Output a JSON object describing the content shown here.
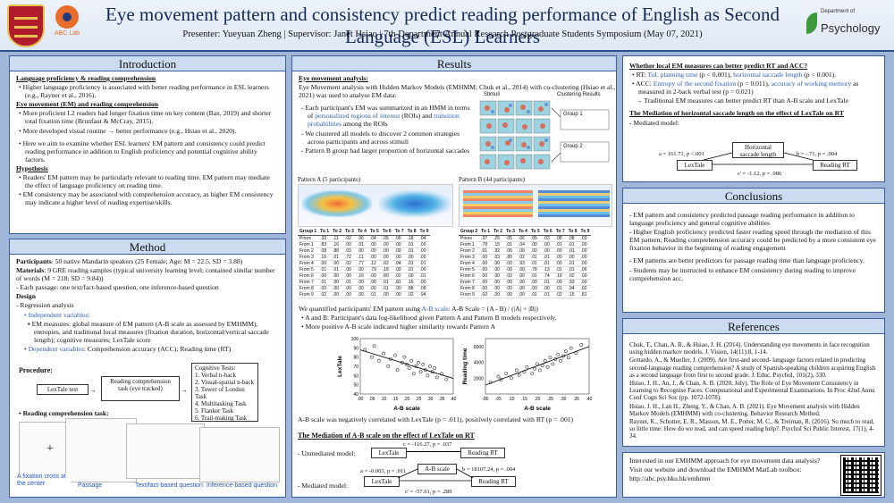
{
  "header": {
    "title": "Eye movement pattern and consistency predict reading performance of English as Second Language (ESL) Learners",
    "subtitle": "Presenter: Yueyuan Zheng | Supervisor: Janet Hsiao | 7th Department Annual Research Postgraduate Students Symposium (May 07, 2021)",
    "logo_abc": "ABC Lab",
    "logo_dept": "Department of",
    "logo_psy": "Psychology"
  },
  "intro": {
    "heading": "Introduction",
    "s1_title": "Language proficiency & reading comprehension",
    "s1_b1": "Higher language proficiency is associated with better reading performance in ESL learners (e.g., Rayner et al., 2016).",
    "s2_title": "Eye movement (EM) and reading comprehension",
    "s2_b1": "More proficient L2 readers had longer fixation time on key content (Bax, 2019) and shorter total fixation time (Brunfaut & McCray, 2015).",
    "s2_b2": "More developed visual routine → better performance (e.g., Hsiao et al., 2020).",
    "aim": "Here we aim to examine whether ESL learners' EM pattern and consistency could predict reading performance in addition to English proficiency and potential cognitive ability factors.",
    "s3_title": "Hypothesis",
    "s3_b1": "Readers' EM pattern may be particularly relevant to reading time. EM pattern may mediate the effect of language proficiency on reading time.",
    "s3_b2": "EM consistency may be associated with comprehension accuracy, as higher EM consistency may indicate a higher level of reading expertise/skills."
  },
  "method": {
    "heading": "Method",
    "participants_label": "Participants",
    "participants": ": 50 native Mandarin speakers (25 Female; Age: M = 22.5, SD = 3.88)",
    "materials_label": "Materials",
    "materials": ": 9 GRE reading samples (typical university learning level; contained similar number of words (M = 218; SD = 9.84))",
    "passage": "- Each passage: one text/fact-based question, one inference-based question",
    "design_label": "Design",
    "design_b1": "- Regression analysis",
    "iv_label": "Independent variables:",
    "iv_text": "EM measures: global measure of EM pattern (A-B scale as assessed by EMHMM), entropies, and traditional local measures (fixation duration, horizontal/vertical saccade length); cognitive measures; LexTale score",
    "dv_label": "Dependent variables",
    "dv_text": ": Comprehension accuracy (ACC); Reading time (RT)",
    "procedure_label": "Procedure:",
    "proc_box1": "LexTale test",
    "proc_box2": "Reading comprehension task (eye tracked)",
    "cog_title": "Cognitive Tests:",
    "cog_items": [
      "1. Verbal n-back",
      "2. Visual-spatial n-back",
      "3. Tower of London Task",
      "4. Multitasking Task",
      "5. Flanker Task",
      "6. Trail-making Task"
    ],
    "rct_label": "Reading comprehension task:",
    "cap1": "A fixation cross at the center",
    "cap2": "Passage",
    "cap3": "Text/fact-based question",
    "cap4": "Inference-based question"
  },
  "results": {
    "heading": "Results",
    "ema_title": "Eye movement analysis:",
    "ema_text": "Eye Movement analysis with Hidden Markov Models (EMHMM; Chuk et al., 2014) with co-clustering (Hsiao et al., 2021) was used to analyse EM data:",
    "b1a": "Each participant's EM was summarized in an HMM in terms of ",
    "b1b": "personalized regions of interest",
    "b1c": " (ROIs) and ",
    "b1d": "transition probabilities",
    "b1e": " among the ROIs",
    "b2": "We clustered all models to discover 2 common strategies across participants and across stimuli",
    "b3": "Pattern B group had larger proportion of horizontal saccades",
    "fig_stimuli": "Stimuli",
    "fig_clust": "Clustering Results",
    "fig_g1": "Group 1",
    "fig_g2": "Group 2",
    "patA": "Pattern A (5 participants)",
    "patB": "Pattern B (44 participants)",
    "tableA": {
      "head": [
        "Group 1",
        "To 1",
        "To 2",
        "To 3",
        "To 4",
        "To 5",
        "To 6",
        "To 7",
        "To 8",
        "To 9"
      ],
      "rows": [
        [
          "Priors",
          ".32",
          ".11",
          ".02",
          ".06",
          ".04",
          ".05",
          ".06",
          ".18",
          ".04"
        ],
        [
          "From 1",
          ".83",
          ".16",
          ".00",
          ".01",
          ".00",
          ".00",
          ".00",
          ".01",
          ".00"
        ],
        [
          "From 2",
          ".08",
          ".88",
          ".03",
          ".00",
          ".00",
          ".00",
          ".00",
          ".01",
          ".00"
        ],
        [
          "From 3",
          ".16",
          ".01",
          ".72",
          ".11",
          ".00",
          ".00",
          ".00",
          ".00",
          ".00"
        ],
        [
          "From 4",
          ".00",
          ".00",
          ".02",
          ".77",
          ".12",
          ".02",
          ".04",
          ".01",
          ".01"
        ],
        [
          "From 5",
          ".01",
          ".01",
          ".00",
          ".00",
          ".79",
          ".18",
          ".00",
          ".01",
          ".00"
        ],
        [
          "From 6",
          ".00",
          ".00",
          ".00",
          ".16",
          ".00",
          ".80",
          ".02",
          ".00",
          ".01"
        ],
        [
          "From 7",
          ".01",
          ".00",
          ".01",
          ".00",
          ".00",
          ".01",
          ".81",
          ".16",
          ".00"
        ],
        [
          "From 8",
          ".00",
          ".00",
          ".00",
          ".00",
          ".00",
          ".01",
          ".00",
          ".88",
          ".08"
        ],
        [
          "From 9",
          ".02",
          ".00",
          ".00",
          ".00",
          ".01",
          ".00",
          ".00",
          ".02",
          ".94"
        ]
      ]
    },
    "tableB": {
      "head": [
        "Group 2",
        "To 1",
        "To 2",
        "To 3",
        "To 4",
        "To 5",
        "To 6",
        "To 7",
        "To 8",
        "To 9"
      ],
      "rows": [
        [
          "Priors",
          ".37",
          ".25",
          ".05",
          ".06",
          ".05",
          ".03",
          ".08",
          ".08",
          ".03"
        ],
        [
          "From 1",
          ".78",
          ".15",
          ".01",
          ".04",
          ".00",
          ".00",
          ".01",
          ".01",
          ".00"
        ],
        [
          "From 2",
          ".01",
          ".92",
          ".06",
          ".00",
          ".00",
          ".00",
          ".00",
          ".01",
          ".00"
        ],
        [
          "From 3",
          ".00",
          ".03",
          ".80",
          ".02",
          ".01",
          ".01",
          ".00",
          ".00",
          ".00"
        ],
        [
          "From 4",
          ".00",
          ".00",
          ".00",
          ".93",
          ".01",
          ".01",
          ".00",
          ".01",
          ".00"
        ],
        [
          "From 5",
          ".00",
          ".00",
          ".00",
          ".00",
          ".78",
          ".13",
          ".01",
          ".01",
          ".06"
        ],
        [
          "From 6",
          ".00",
          ".00",
          ".02",
          ".00",
          ".01",
          ".74",
          ".19",
          ".02",
          ".00"
        ],
        [
          "From 7",
          ".00",
          ".00",
          ".00",
          ".00",
          ".00",
          ".01",
          ".00",
          ".93",
          ".00"
        ],
        [
          "From 8",
          ".00",
          ".00",
          ".00",
          ".00",
          ".00",
          ".00",
          ".01",
          ".94",
          ".02"
        ],
        [
          "From 9",
          ".02",
          ".00",
          ".00",
          ".00",
          ".01",
          ".01",
          ".02",
          ".15",
          ".81"
        ]
      ]
    },
    "quant1": "We quantified participants' EM pattern using ",
    "quant2": "A-B scale",
    "quant3": ": A-B Scale = (A - B) / (|A| + |B|)",
    "qb1": "A and B: Participant's data log-likelihood given Pattern A and Pattern B models respectively.",
    "qb2": "More positive A-B scale indicated higher similarity towards Pattern A",
    "scatter_caption": "A-B scale was negatively correlated with LexTale (p = .011), positively correlated with RT (p = .001)",
    "med_title": "The Mediation of A-B scale on the effect of LexTale on RT",
    "unmed_label": "- Unmediated model:",
    "med_label": "- Mediated model:",
    "m_lextale": "LexTale",
    "m_rt": "Reading RT",
    "m_ab": "A-B scale",
    "m_c": "c = -116.27, p = .037",
    "m_a": "a = -0.003, p = .011",
    "m_b": "b = 18107.24, p = .004",
    "m_cp": "c' = -57.61, p = .289"
  },
  "charts_text": {
    "ylabel1": "LexTale",
    "ylabel2": "Reading time",
    "xlabel": "A-B scale",
    "xticks": [
      ".00",
      ".05",
      ".10",
      ".15",
      ".20",
      ".25",
      ".30",
      ".35",
      ".40"
    ],
    "yticks1": [
      "40",
      "50",
      "60",
      "70",
      "80",
      "90",
      "100"
    ],
    "yticks2": [
      "2000",
      "4000",
      "6000"
    ]
  },
  "chart_data": [
    {
      "type": "scatter",
      "title": "",
      "xlabel": "A-B scale",
      "ylabel": "LexTale",
      "xlim": [
        0.0,
        0.4
      ],
      "ylim": [
        40,
        100
      ],
      "x": [
        0.02,
        0.05,
        0.06,
        0.08,
        0.1,
        0.12,
        0.13,
        0.15,
        0.16,
        0.18,
        0.19,
        0.2,
        0.21,
        0.22,
        0.23,
        0.24,
        0.25,
        0.26,
        0.27,
        0.28,
        0.29,
        0.3,
        0.31,
        0.32,
        0.33,
        0.35,
        0.37
      ],
      "y": [
        88,
        80,
        92,
        76,
        84,
        70,
        78,
        82,
        66,
        74,
        80,
        72,
        68,
        76,
        62,
        70,
        74,
        64,
        72,
        66,
        60,
        70,
        64,
        68,
        58,
        62,
        56
      ]
    },
    {
      "type": "scatter",
      "title": "",
      "xlabel": "A-B scale",
      "ylabel": "Reading time",
      "xlim": [
        0.0,
        0.4
      ],
      "ylim": [
        0,
        7000
      ],
      "x": [
        0.02,
        0.05,
        0.06,
        0.08,
        0.1,
        0.12,
        0.13,
        0.15,
        0.16,
        0.18,
        0.19,
        0.2,
        0.21,
        0.22,
        0.23,
        0.24,
        0.25,
        0.26,
        0.27,
        0.28,
        0.29,
        0.3,
        0.31,
        0.32,
        0.33,
        0.35,
        0.37
      ],
      "y": [
        1500,
        2200,
        1800,
        2600,
        2000,
        3000,
        2400,
        2800,
        3400,
        2600,
        3200,
        3800,
        3000,
        3600,
        4200,
        3400,
        4600,
        3800,
        4400,
        5000,
        4200,
        4800,
        5400,
        4600,
        5800,
        5200,
        6200
      ]
    }
  ],
  "local": {
    "title": "Whether local EM measures can better predict RT and ACC?",
    "b1_pre": "RT: ",
    "b1_a": "ToL planning time",
    "b1_b": " (p < 0.001), ",
    "b1_c": "horizontal saccade length",
    "b1_d": " (p < 0.001).",
    "b2_pre": "ACC: ",
    "b2_a": "Entropy of the second fixation",
    "b2_b": " (p = 0.011), ",
    "b2_c": "accuracy of working memory",
    "b2_d": " as measured in 2-back verbal test (p = 0.021)",
    "b3": "→ Traditional EM measures can better predict RT than A-B scale and LexTale",
    "med_title": "The Mediation of horizontal saccade length on the effect of LexTale on RT",
    "med_label": "- Mediated model:",
    "m_hsl": "Horizontal saccade length",
    "m_lextale": "LexTale",
    "m_rt": "Reading RT",
    "m_a": "a = 161.71, p <.001",
    "m_b": "b = -.71, p = .004",
    "m_cp": "c' = -1.12, p = .986"
  },
  "conclusions": {
    "heading": "Conclusions",
    "p1": "- EM pattern and consistency predicted passage reading performance in addition to language proficiency and general cognitive abilities",
    "p2": "- Higher English proficiency predicted faster reading speed through the mediation of this EM pattern; Reading comprehension accuracy could be predicted by a more consistent eye fixation behavior in the beginning of reading engagement",
    "p3": "- EM patterns are better predictors for passage reading time than language proficiency.",
    "p4": "- Students may be instructed to enhance EM consistency during reading to improve comprehension acc."
  },
  "references": {
    "heading": "References",
    "items": [
      "Chuk, T., Chan, A. B., & Hsiao, J. H. (2014). Understanding eye movements in face recognition using hidden markov models. J. Vision, 14(11):8, 1-14.",
      "Gottardo, A., & Mueller, J. (2009). Are first-and second- language factors related in predicting second-language reading comprehension? A study of Spanish-speaking children acquiring English as a second language from first to second grade. J. Educ. Psychol, 101(2), 330.",
      "Hsiao, J. H., An, J., & Chan, A. B. (2020, July). The Role of Eye Movement Consistency in Learning to Recognise Faces: Computational and Experimental Examinations. In Proc 42nd Annu Conf Cogn Sci Soc (pp. 1072-1078).",
      "Hsiao, J. H., Lan H., Zheng, Y., & Chan, A. B. (2021). Eye Movement analysis with Hidden Markov Models (EMHMM) with co-clustering. Behavior Research Method.",
      "Rayner, K., Schotter, E. R., Masson, M. E., Potter, M. C., & Treiman, R. (2016). So much to read, so little time: How do we read, and can speed reading help?. Psychol Sci Public Interest, 17(1), 4-34."
    ]
  },
  "contact": {
    "l1": "Interested in our EMHMM approach for eye movement data analysis?",
    "l2": "Visit our website and download the EMHMM MatLab toolbox:",
    "l3": "http://abc.psy.hku.hk/emhmm"
  },
  "colors": {
    "panel_border": "#3a5da0",
    "panel_header": "#ccdcf0",
    "background": "#9fb6d9",
    "accent_blue": "#2f5fb5",
    "title": "#14285a"
  }
}
